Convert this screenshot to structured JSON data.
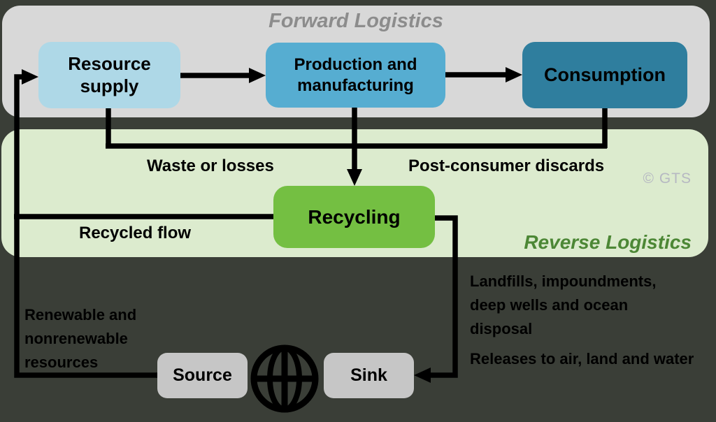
{
  "forward": {
    "title": "Forward Logistics",
    "nodes": [
      {
        "label": "Resource supply"
      },
      {
        "label": "Production and manufacturing"
      },
      {
        "label": "Consumption"
      }
    ]
  },
  "reverse": {
    "title": "Reverse Logistics",
    "node": {
      "label": "Recycling"
    },
    "watermark": "© GTS"
  },
  "labels": {
    "waste": "Waste or losses",
    "post_consumer": "Post-consumer discards",
    "recycled": "Recycled flow",
    "renewable": "Renewable and nonrenewable resources",
    "landfills": "Landfills, impoundments, deep wells and ocean disposal",
    "releases": "Releases to air, land and water"
  },
  "endpoints": {
    "source": "Source",
    "sink": "Sink"
  },
  "icons": {
    "globe": "globe-icon"
  },
  "colors": {
    "background": "#3a3e37",
    "forward_band": "#d8d8d8",
    "reverse_band": "#dcebce",
    "resource_supply_box": "#aed8e7",
    "production_box": "#56add1",
    "consumption_box": "#2f7e9e",
    "recycling_box": "#74bf42",
    "endpoint_box": "#c6c6c6",
    "forward_title_text": "#8c8c8c",
    "reverse_title_text": "#4c8735",
    "watermark_text": "#b6b8c2",
    "arrow": "#000000"
  }
}
